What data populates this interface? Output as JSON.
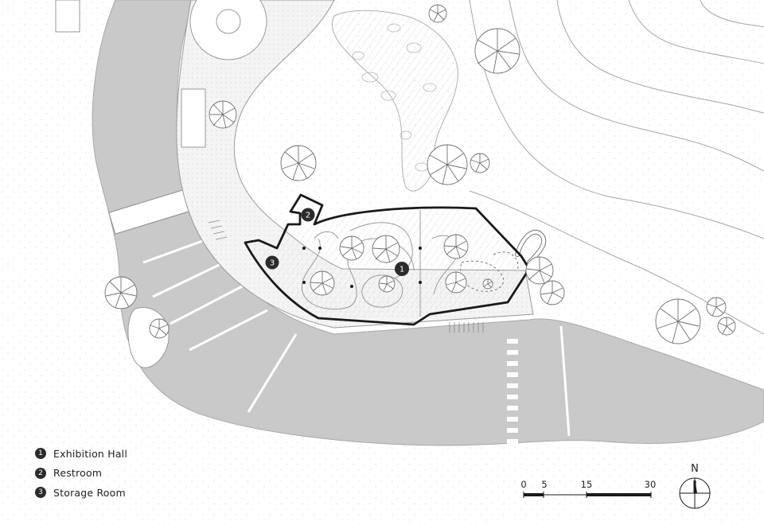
{
  "legend": [
    {
      "number": "1",
      "label": "Exhibition Hall"
    },
    {
      "number": "2",
      "label": "Restroom"
    },
    {
      "number": "3",
      "label": "Storage Room"
    }
  ],
  "scale_bar": {
    "ticks": [
      "0",
      "5",
      "15",
      "30"
    ]
  },
  "north_label": "N",
  "colors": {
    "paving": "#c9c9c9",
    "outline": "#1a1a1a",
    "line": "#9a9a9a",
    "label_fill": "#2b2b2b",
    "background": "#ffffff"
  }
}
